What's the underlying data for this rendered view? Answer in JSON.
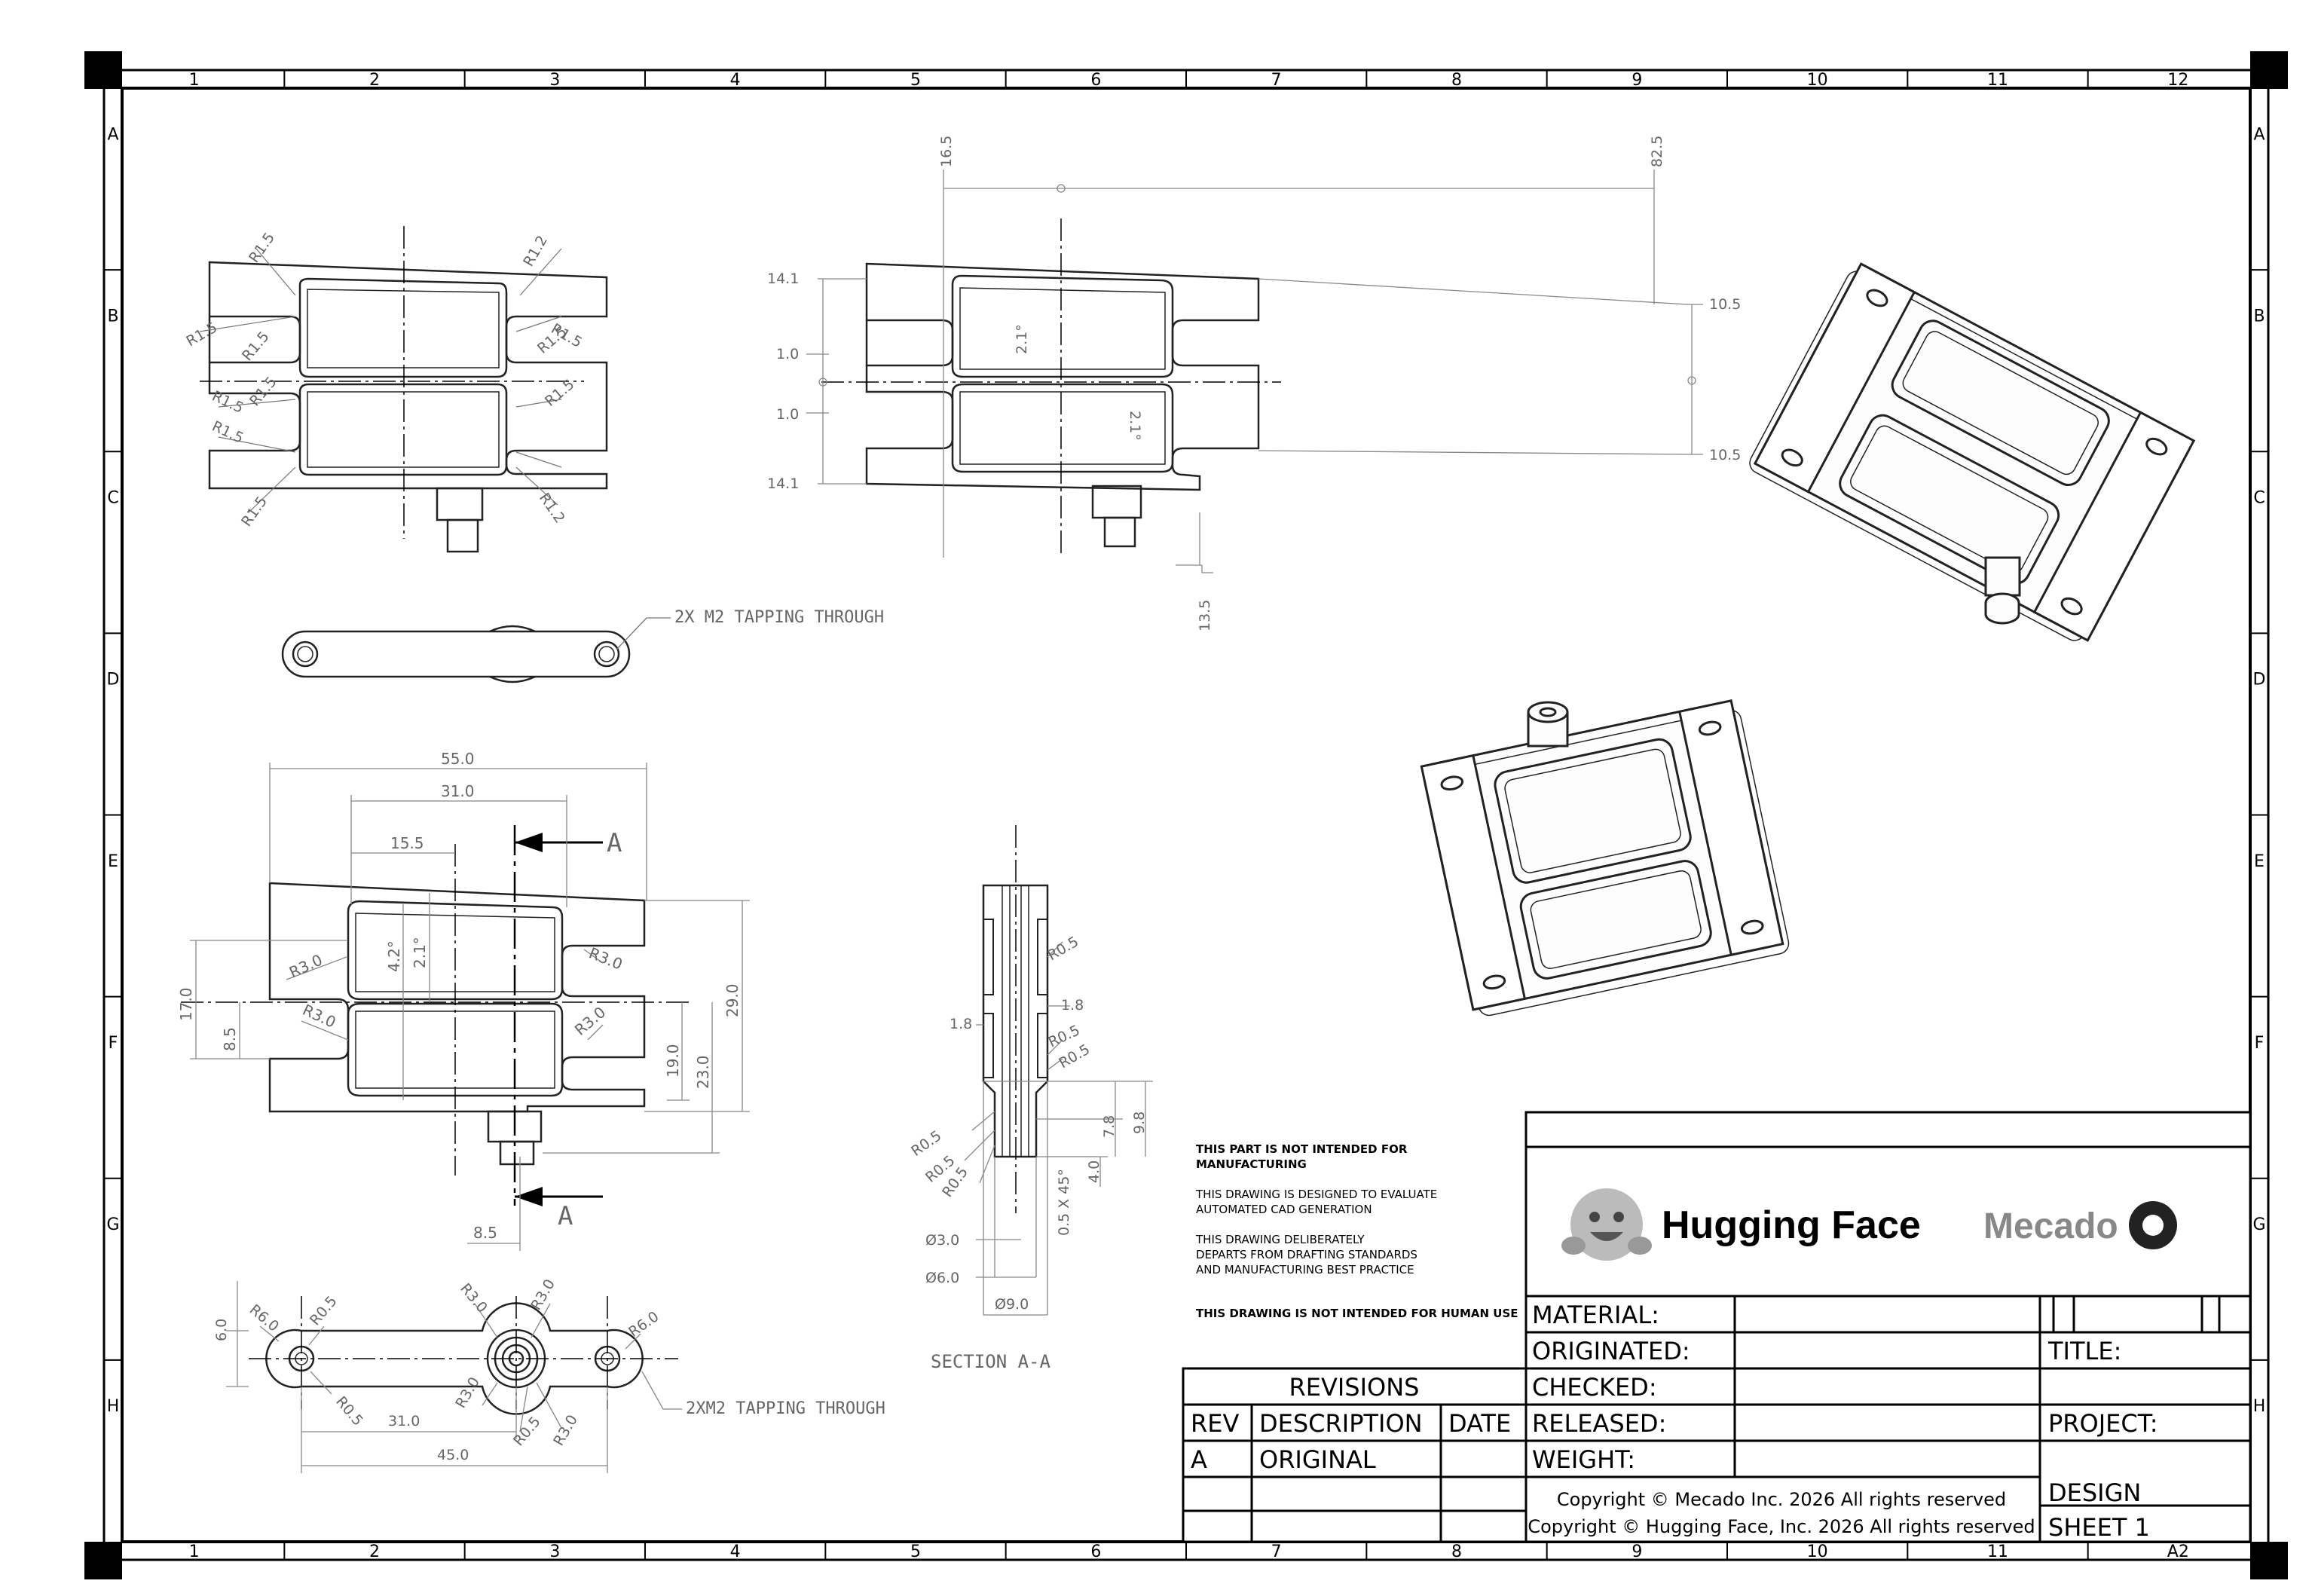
{
  "border": {
    "columns": [
      "1",
      "2",
      "3",
      "4",
      "5",
      "6",
      "7",
      "8",
      "9",
      "10",
      "11",
      "12"
    ],
    "rows": [
      "A",
      "B",
      "C",
      "D",
      "E",
      "F",
      "G",
      "H"
    ],
    "bottom_right_label": "A2"
  },
  "notes": {
    "n1a": "THIS PART IS NOT INTENDED FOR",
    "n1b": "MANUFACTURING",
    "n2a": "THIS DRAWING IS DESIGNED TO EVALUATE",
    "n2b": "AUTOMATED CAD GENERATION",
    "n3a": "THIS DRAWING DELIBERATELY",
    "n3b": "DEPARTS FROM DRAFTING STANDARDS",
    "n3c": "AND MANUFACTURING BEST PRACTICE",
    "n4": "THIS DRAWING IS NOT INTENDED FOR HUMAN USE"
  },
  "title_block": {
    "brand1": "Hugging Face",
    "brand2": "Mecado",
    "material": "MATERIAL:",
    "originated": "ORIGINATED:",
    "checked": "CHECKED:",
    "released": "RELEASED:",
    "weight": "WEIGHT:",
    "title": "TITLE:",
    "project": "PROJECT:",
    "design": "DESIGN",
    "sheet": "SHEET 1",
    "copyright1": "Copyright © Mecado Inc. 2026 All rights reserved",
    "copyright2": "Copyright © Hugging Face, Inc. 2026 All rights reserved"
  },
  "revisions": {
    "heading": "REVISIONS",
    "col_rev": "REV",
    "col_desc": "DESCRIPTION",
    "col_date": "DATE",
    "row_rev": "A",
    "row_desc": "ORIGINAL"
  },
  "callouts": {
    "tap1": "2X M2 TAPPING THROUGH",
    "tap2": "2XM2 TAPPING THROUGH",
    "section_label": "SECTION A-A",
    "section_marker": "A"
  },
  "dims": {
    "front": [
      "R1.5",
      "R1.2",
      "R1.5",
      "R1.5",
      "R1.5",
      "R1.5",
      "R1.5",
      "R1.5",
      "R1.5",
      "R1.5",
      "R1.2",
      "R1.5"
    ],
    "top": {
      "d16_5": "16.5",
      "d82_5": "82.5",
      "d14_1a": "14.1",
      "d14_1b": "14.1",
      "d1_0a": "1.0",
      "d1_0b": "1.0",
      "d10_5a": "10.5",
      "d10_5b": "10.5",
      "d2_1a": "2.1°",
      "d2_1b": "2.1°",
      "d13_5": "13.5"
    },
    "main": {
      "d55": "55.0",
      "d31": "31.0",
      "d15_5": "15.5",
      "d17": "17.0",
      "d8_5a": "8.5",
      "d29": "29.0",
      "d19": "19.0",
      "d23": "23.0",
      "d4_2": "4.2°",
      "d2_1": "2.1°",
      "r3a": "R3.0",
      "r3b": "R3.0",
      "r3c": "R3.0",
      "r3d": "R3.0",
      "d8_5b": "8.5"
    },
    "section": {
      "r05a": "R0.5",
      "r05b": "R0.5",
      "r05c": "R0.5",
      "r05d": "R0.5",
      "r05e": "R0.5",
      "r05f": "R0.5",
      "d1_8a": "1.8",
      "d1_8b": "1.8",
      "d7_8": "7.8",
      "d9_8": "9.8",
      "d4_0": "4.0",
      "chamfer": "0.5 X 45°",
      "dia3": "Ø3.0",
      "dia6": "Ø6.0",
      "dia9": "Ø9.0"
    },
    "bottom": {
      "d6": "6.0",
      "r6a": "R6.0",
      "r05a": "R0.5",
      "r05b": "R0.5",
      "r3a": "R3.0",
      "r3b": "R3.0",
      "r6b": "R6.0",
      "r3c": "R3.0",
      "r05c": "R0.5",
      "r3d": "R3.0",
      "d31": "31.0",
      "d45": "45.0"
    }
  }
}
